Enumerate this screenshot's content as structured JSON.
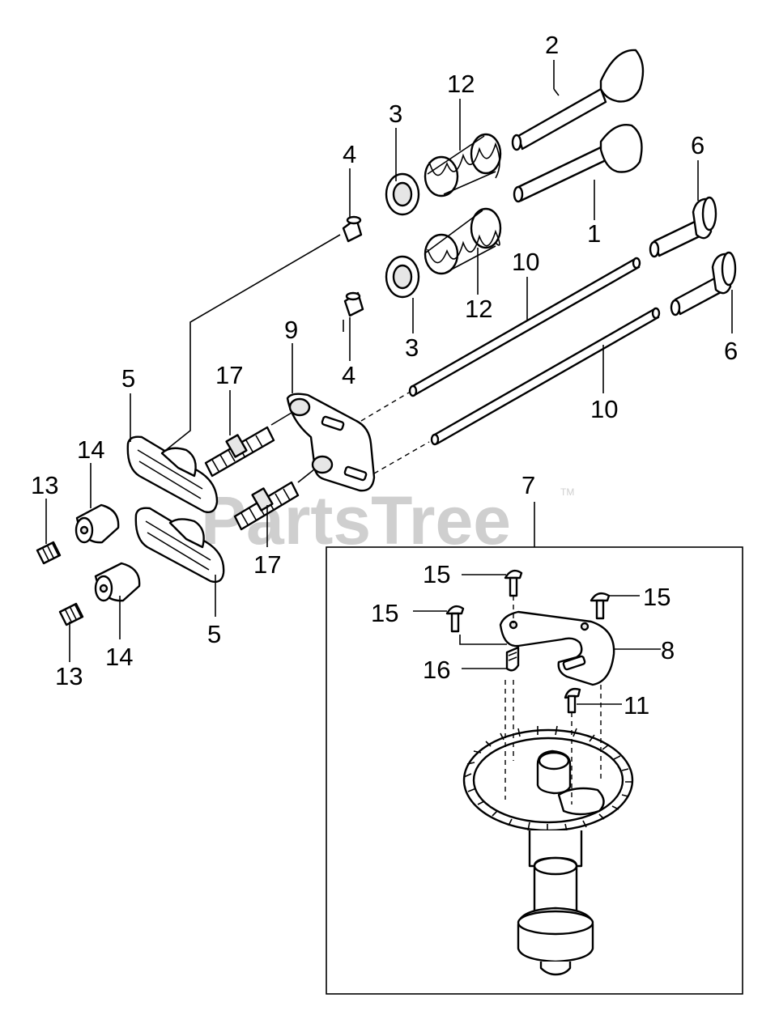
{
  "watermark": {
    "text": "PartsTree",
    "trademark": "TM"
  },
  "callouts": [
    {
      "id": "c2",
      "label": "2"
    },
    {
      "id": "c12a",
      "label": "12"
    },
    {
      "id": "c3a",
      "label": "3"
    },
    {
      "id": "c6a",
      "label": "6"
    },
    {
      "id": "c4a",
      "label": "4"
    },
    {
      "id": "c1",
      "label": "1"
    },
    {
      "id": "c10a",
      "label": "10"
    },
    {
      "id": "c12b",
      "label": "12"
    },
    {
      "id": "c6b",
      "label": "6"
    },
    {
      "id": "c9",
      "label": "9"
    },
    {
      "id": "c3b",
      "label": "3"
    },
    {
      "id": "c4b",
      "label": "4"
    },
    {
      "id": "c5a",
      "label": "5"
    },
    {
      "id": "c17a",
      "label": "17"
    },
    {
      "id": "c10b",
      "label": "10"
    },
    {
      "id": "c14a",
      "label": "14"
    },
    {
      "id": "c13a",
      "label": "13"
    },
    {
      "id": "c7",
      "label": "7"
    },
    {
      "id": "c17b",
      "label": "17"
    },
    {
      "id": "c15a",
      "label": "15"
    },
    {
      "id": "c15b",
      "label": "15"
    },
    {
      "id": "c15c",
      "label": "15"
    },
    {
      "id": "c8",
      "label": "8"
    },
    {
      "id": "c16",
      "label": "16"
    },
    {
      "id": "c5b",
      "label": "5"
    },
    {
      "id": "c11",
      "label": "11"
    },
    {
      "id": "c13b",
      "label": "13"
    },
    {
      "id": "c14b",
      "label": "14"
    }
  ]
}
